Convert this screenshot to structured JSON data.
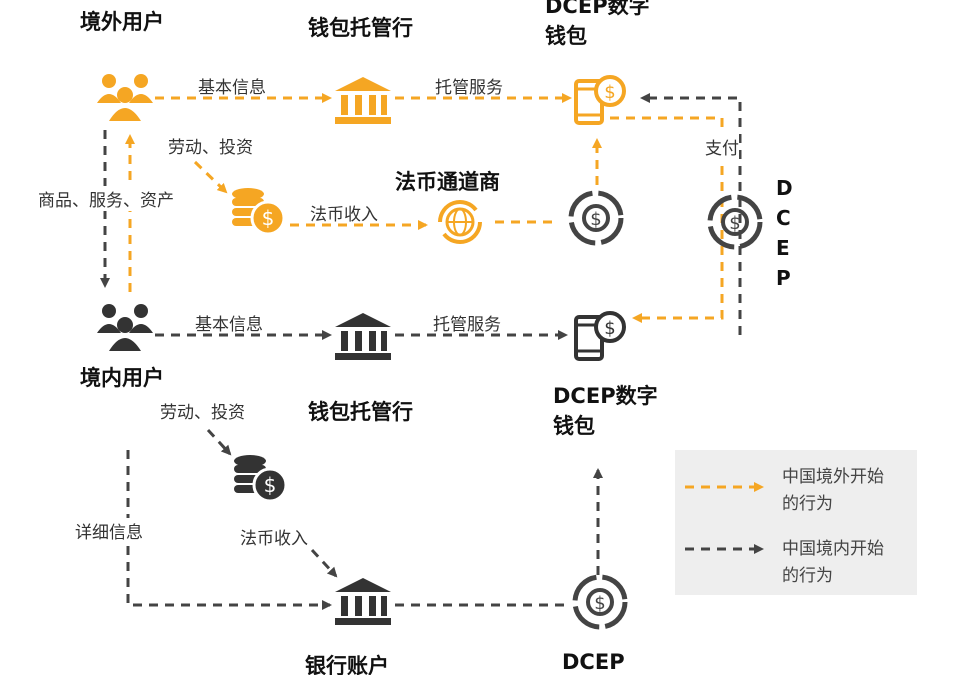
{
  "colors": {
    "overseas": "#f5a623",
    "domestic": "#444444",
    "legend_bg": "#eeeeee"
  },
  "nodes": {
    "overseas_user": "境外用户",
    "wallet_bank_top": "钱包托管行",
    "dcep_wallet_top_line1": "DCEP数字",
    "dcep_wallet_top_line2": "钱包",
    "fiat_channel": "法币通道商",
    "dcep_vertical": [
      "D",
      "C",
      "E",
      "P"
    ],
    "domestic_user": "境内用户",
    "wallet_bank_bottom": "钱包托管行",
    "dcep_wallet_bottom_line1": "DCEP数字",
    "dcep_wallet_bottom_line2": "钱包",
    "bank_account": "银行账户",
    "dcep_bottom": "DCEP"
  },
  "edges": {
    "basic_info_top": "基本信息",
    "custody_top": "托管服务",
    "labor_invest_top": "劳动、投资",
    "fiat_income_top": "法币收入",
    "goods_services": "商品、服务、资产",
    "payment": "支付",
    "basic_info_bottom": "基本信息",
    "custody_bottom": "托管服务",
    "labor_invest_bottom": "劳动、投资",
    "fiat_income_bottom": "法币收入",
    "detail_info": "详细信息"
  },
  "legend": {
    "overseas_line1": "中国境外开始",
    "overseas_line2": "的行为",
    "domestic_line1": "中国境内开始",
    "domestic_line2": "的行为"
  }
}
